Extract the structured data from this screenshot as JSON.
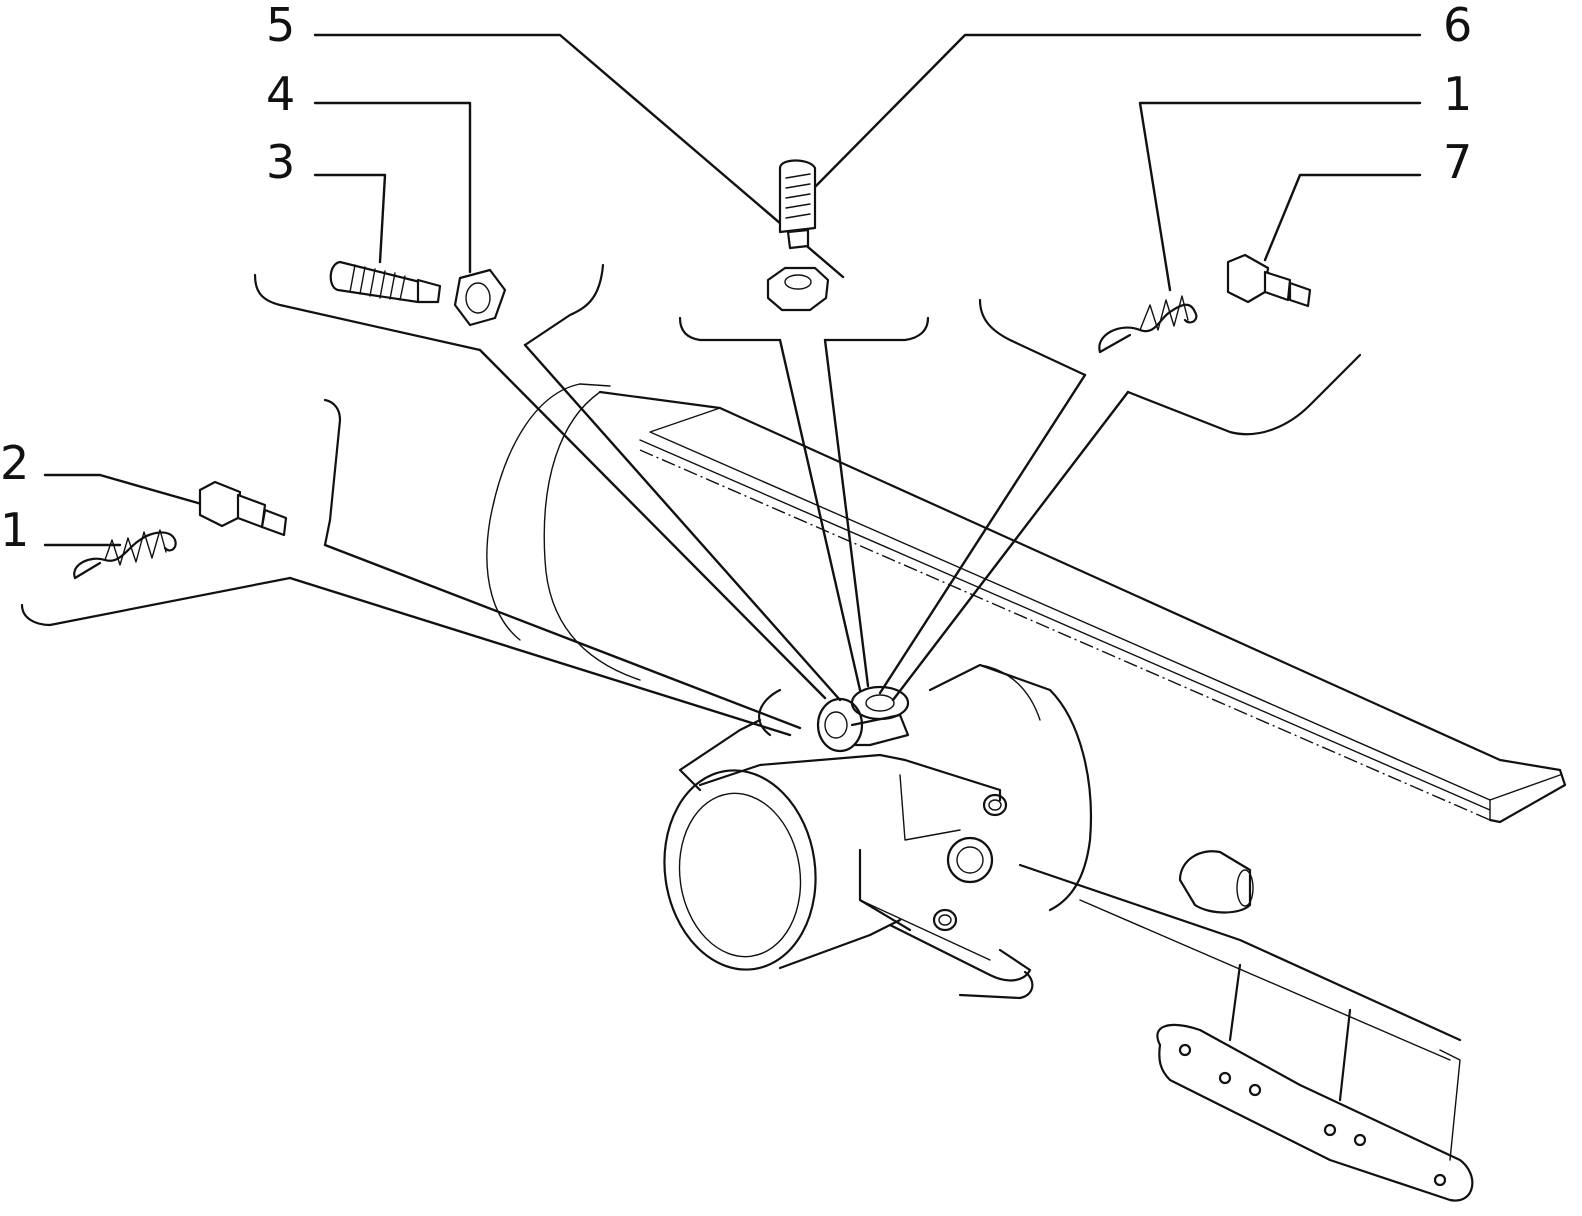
{
  "callouts": {
    "c5": "5",
    "c6": "6",
    "c4": "4",
    "c3": "3",
    "c1_right": "1",
    "c7": "7",
    "c2": "2",
    "c1_left": "1"
  },
  "colors": {
    "ink": "#111111",
    "background": "#ffffff"
  }
}
